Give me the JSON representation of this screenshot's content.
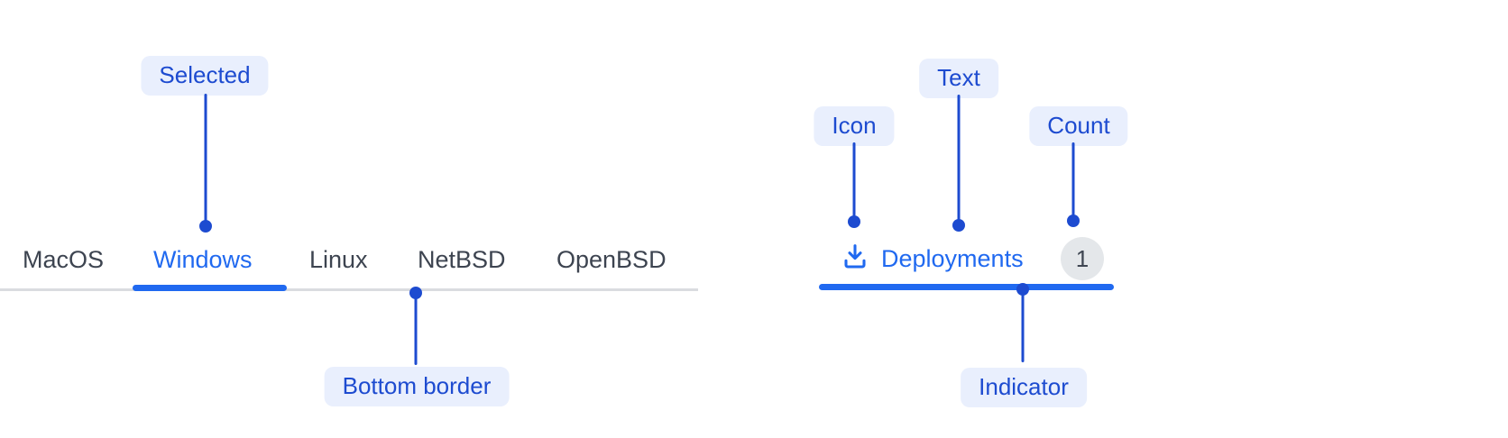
{
  "colors": {
    "accent_blue": "#2069f0",
    "annotation_blue": "#1d4bd0",
    "annotation_badge_bg": "#e9effd",
    "divider_gray": "#dadce0",
    "tab_text_gray": "#3d4450",
    "count_badge_bg": "#e4e7ea",
    "count_badge_text": "#3f4652",
    "background": "#ffffff"
  },
  "left_group": {
    "annotations": {
      "selected_label": "Selected",
      "bottom_border_label": "Bottom border"
    },
    "tabs": [
      {
        "label": "MacOS",
        "state": "default"
      },
      {
        "label": "Windows",
        "state": "selected"
      },
      {
        "label": "Linux",
        "state": "default"
      },
      {
        "label": "NetBSD",
        "state": "default"
      },
      {
        "label": "OpenBSD",
        "state": "default"
      }
    ]
  },
  "right_group": {
    "annotations": {
      "icon_label": "Icon",
      "text_label": "Text",
      "count_label": "Count",
      "indicator_label": "Indicator"
    },
    "tab": {
      "icon": "download-icon",
      "label": "Deployments",
      "count": "1",
      "state": "selected"
    }
  }
}
